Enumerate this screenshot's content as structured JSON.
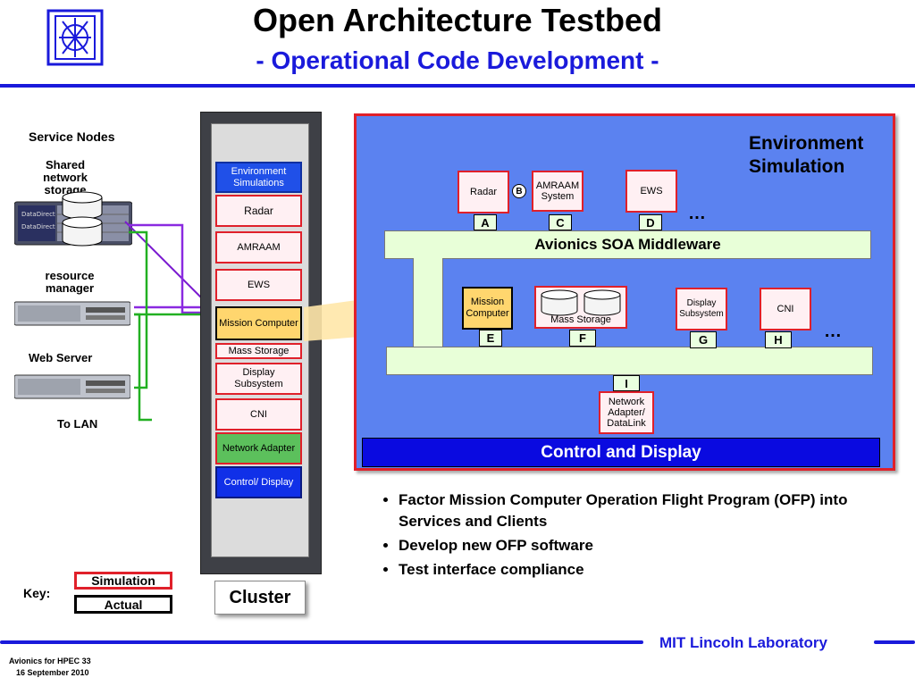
{
  "header": {
    "title": "Open Architecture Testbed",
    "subtitle": "- Operational Code Development -"
  },
  "service_nodes": {
    "heading": "Service Nodes",
    "storage_label": "Shared network storage",
    "resource_label": "resource manager",
    "web_label": "Web Server",
    "lan_label": "To LAN"
  },
  "rack": {
    "slots": [
      {
        "label": "Environment Simulations",
        "kind": "blue"
      },
      {
        "label": "Radar",
        "kind": "sim"
      },
      {
        "label": "AMRAAM",
        "kind": "sim"
      },
      {
        "label": "EWS",
        "kind": "sim"
      },
      {
        "label": "Mission Computer",
        "kind": "mission"
      },
      {
        "label": "Mass Storage",
        "kind": "sim"
      },
      {
        "label": "Display Subsystem",
        "kind": "sim"
      },
      {
        "label": "CNI",
        "kind": "sim"
      },
      {
        "label": "Network Adapter",
        "kind": "green"
      },
      {
        "label": "Control/ Display",
        "kind": "blue"
      }
    ],
    "caption": "Cluster"
  },
  "env": {
    "title": "Environment Simulation",
    "top_nodes": {
      "radar": "Radar",
      "b": "B",
      "amraam": "AMRAAM System",
      "ews": "EWS",
      "ellipsis": "…"
    },
    "top_ports": [
      "A",
      "C",
      "D"
    ],
    "middleware": "Avionics SOA Middleware",
    "bottom_nodes": {
      "mission": "Mission Computer",
      "mass": "Mass Storage",
      "display": "Display Subsystem",
      "cni": "CNI",
      "ellipsis": "…"
    },
    "bottom_ports": [
      "E",
      "F",
      "G",
      "H"
    ],
    "net_port": "I",
    "network": "Network Adapter/ DataLink",
    "control": "Control and Display"
  },
  "bullets": [
    "Factor Mission Computer Operation Flight Program (OFP) into Services and Clients",
    "Develop new OFP software",
    "Test interface compliance"
  ],
  "key": {
    "label": "Key:",
    "simulation": "Simulation",
    "actual": "Actual"
  },
  "footer": {
    "lab": "MIT Lincoln Laboratory",
    "slide": "Avionics for HPEC  33",
    "date": "16 September 2010"
  },
  "colors": {
    "accent": "#1a1adb",
    "sim_border": "#e0202a",
    "env_bg": "#5b82f0",
    "bus": "#e8ffd8",
    "highlight": "#ffd66e"
  }
}
